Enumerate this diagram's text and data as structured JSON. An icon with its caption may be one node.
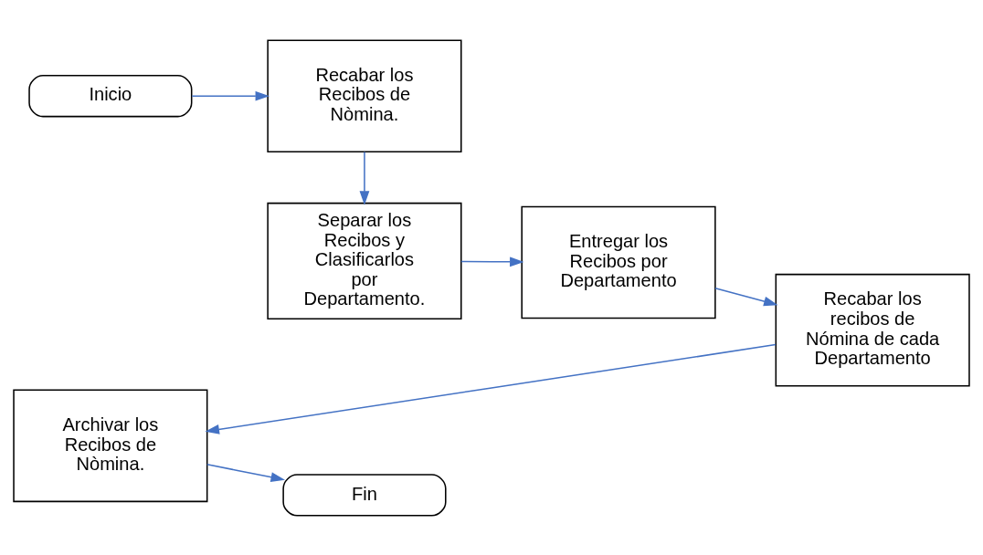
{
  "diagram": {
    "nodes": [
      {
        "text": [
          "Inicio"
        ]
      },
      {
        "text": [
          "Recabar los Recibos de Nòmina."
        ]
      },
      {
        "text": [
          "Separar los Recibos y Clasificarlos por Departamento."
        ]
      },
      {
        "text": [
          "Entregar los Recibos por Departamento"
        ]
      },
      {
        "text": [
          "Recabar los recibos de Nómina de cada Departamento"
        ]
      },
      {
        "text": [
          "Archivar los Recibos de Nòmina."
        ]
      },
      {
        "text": [
          "Fin"
        ]
      }
    ],
    "edges": [
      {
        "from": 0,
        "to": 1,
        "arrow": "to"
      },
      {
        "from": 1,
        "to": 2,
        "arrow": "to"
      },
      {
        "from": 2,
        "to": 3,
        "arrow": "to"
      },
      {
        "from": 3,
        "to": 4,
        "arrow": "to"
      },
      {
        "from": 4,
        "to": 5,
        "arrow": "to"
      },
      {
        "from": 5,
        "to": 6,
        "arrow": "to"
      }
    ]
  }
}
